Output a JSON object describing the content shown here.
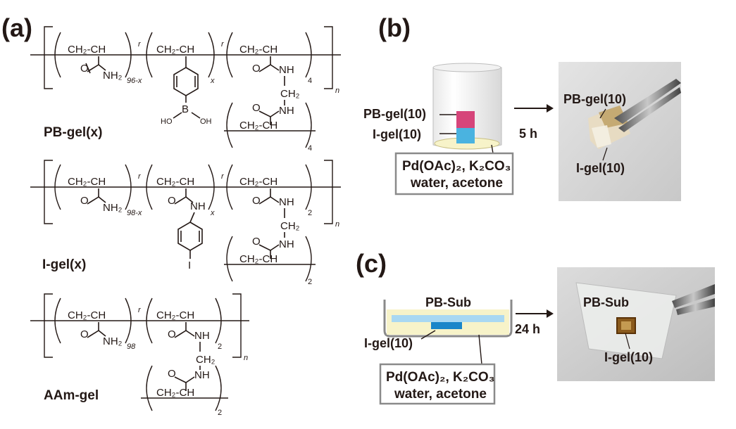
{
  "panels": {
    "a": "(a)",
    "b": "(b)",
    "c": "(c)"
  },
  "chem": {
    "ch2ch": "CH₂-CH",
    "nh2": "NH₂",
    "nh": "NH",
    "ch2": "CH₂",
    "b": "B",
    "oh": "OH",
    "ho": "HO",
    "i": "I",
    "r": "r",
    "n": "n",
    "x": "x",
    "sub_96x": "96-x",
    "sub_98x": "98-x",
    "sub_98": "98",
    "sub_4": "4",
    "sub_2": "2"
  },
  "gels": {
    "pb": "PB-gel(x)",
    "i": "I-gel(x)",
    "aam": "AAm-gel"
  },
  "panel_b": {
    "pb_label": "PB-gel(10)",
    "i_label": "I-gel(10)",
    "time": "5 h",
    "reagents_line1": "Pd(OAc)₂, K₂CO₃",
    "reagents_line2": "water, acetone",
    "photo_pb": "PB-gel(10)",
    "photo_i": "I-gel(10)"
  },
  "panel_c": {
    "sub_label": "PB-Sub",
    "i_label": "I-gel(10)",
    "time": "24 h",
    "reagents_line1": "Pd(OAc)₂, K₂CO₃",
    "reagents_line2": "water, acetone",
    "photo_sub": "PB-Sub",
    "photo_i": "I-gel(10)"
  },
  "colors": {
    "pb_gel": "#d6457a",
    "i_gel": "#4ab3e0",
    "solution": "#f7f3c9",
    "substrate": "#a9d8f2",
    "i_gel_dark": "#1a86c9",
    "box_border": "#8a8a8a",
    "photo_bg": "#d9d9d9"
  }
}
